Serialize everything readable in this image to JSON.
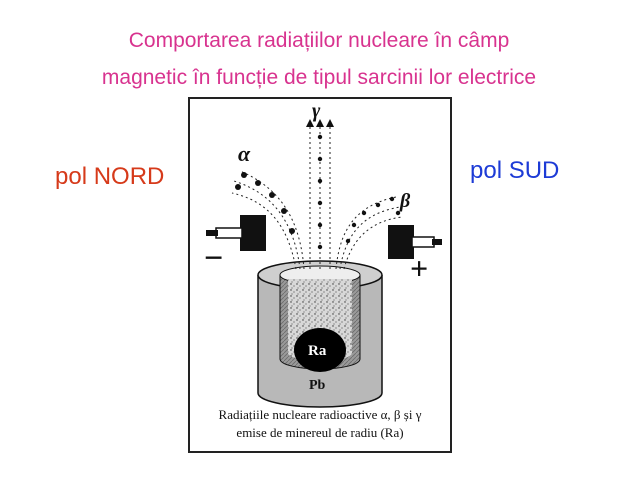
{
  "title": {
    "line1": "Comportarea  radiațiilor nucleare în câmp",
    "line2": "magnetic în funcție de tipul sarcinii lor electrice"
  },
  "poles": {
    "north": "pol NORD",
    "south": "pol SUD"
  },
  "figure": {
    "labels": {
      "gamma": "γ",
      "alpha": "α",
      "beta": "β",
      "minus": "−",
      "plus": "+",
      "radium": "Ra",
      "lead": "Pb"
    },
    "caption": {
      "line1": "Radiațiile nucleare radioactive α, β și γ",
      "line2": "emise de minereul de radiu (Ra)"
    }
  },
  "colors": {
    "title": "#d8338f",
    "north": "#d63a1a",
    "south": "#1d3bd6"
  }
}
